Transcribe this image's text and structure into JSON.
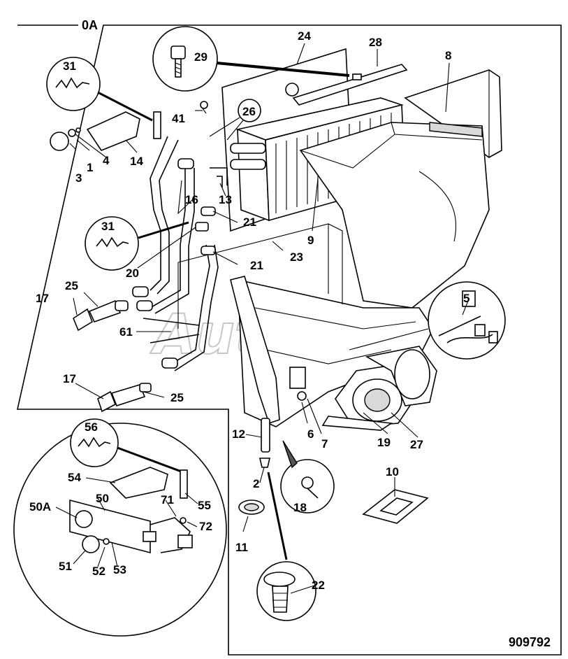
{
  "figure_id": "909792",
  "watermark": "AutoSoft",
  "group_label": "0A",
  "labels": {
    "l24": "24",
    "l28": "28",
    "l8": "8",
    "l29": "29",
    "l31a": "31",
    "l41": "41",
    "l26": "26",
    "l1": "1",
    "l3": "3",
    "l4": "4",
    "l14": "14",
    "l16": "16",
    "l13": "13",
    "l21a": "21",
    "l31b": "31",
    "l9": "9",
    "l20": "20",
    "l21b": "21",
    "l23": "23",
    "l25a": "25",
    "l17a": "17",
    "l61": "61",
    "l5": "5",
    "l17b": "17",
    "l25b": "25",
    "l6": "6",
    "l7": "7",
    "l19": "19",
    "l27": "27",
    "l12": "12",
    "l2": "2",
    "l56": "56",
    "l54": "54",
    "l55": "55",
    "l50": "50",
    "l50A": "50A",
    "l71": "71",
    "l72": "72",
    "l51": "51",
    "l52": "52",
    "l53": "53",
    "l10": "10",
    "l18": "18",
    "l11": "11",
    "l22": "22"
  }
}
